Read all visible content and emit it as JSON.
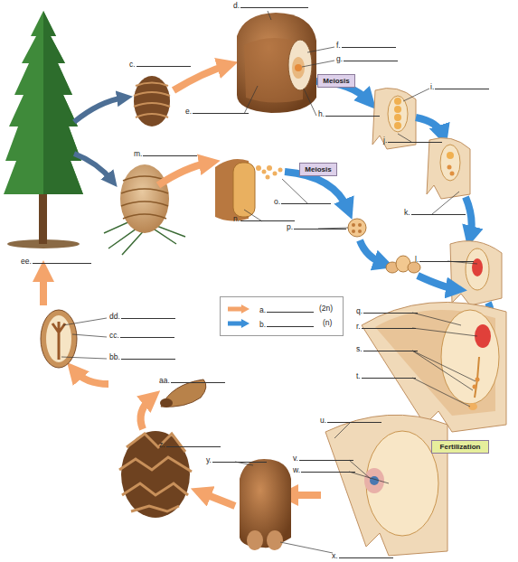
{
  "diagram": {
    "nodes": [
      {
        "text": [
          "Meiosis"
        ]
      },
      {
        "text": [
          "Meiosis"
        ]
      },
      {
        "text": [
          "Fertilization"
        ]
      }
    ],
    "labels": [
      "c.",
      "d.",
      "e.",
      "f.",
      "g.",
      "h.",
      "i.",
      "j.",
      "k.",
      "l.",
      "m.",
      "n.",
      "o.",
      "p.",
      "q.",
      "r.",
      "s.",
      "t.",
      "u.",
      "v.",
      "w.",
      "x.",
      "y.",
      "z.",
      "aa.",
      "bb.",
      "cc.",
      "dd.",
      "ee.",
      "(2n)",
      "(n)"
    ],
    "legend": [
      {
        "text": "a.",
        "color": "#f4a46b"
      },
      {
        "text": "b.",
        "color": "#3b8fd8"
      }
    ]
  }
}
